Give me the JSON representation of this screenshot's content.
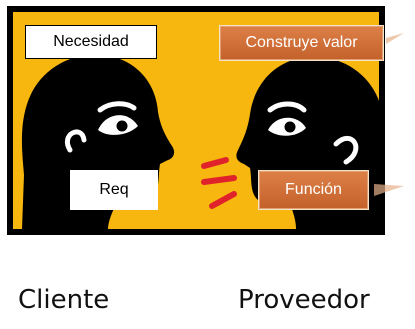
{
  "labels": {
    "necesidad": "Necesidad",
    "construye_valor": "Construye valor",
    "req": "Req",
    "funcion": "Función"
  },
  "captions": {
    "cliente": "Cliente",
    "proveedor": "Proveedor"
  },
  "colors": {
    "background": "#f7b70e",
    "silhouette": "#000000",
    "accent_orange": "#cf6a2f",
    "sound_marks": "#e0232b"
  }
}
